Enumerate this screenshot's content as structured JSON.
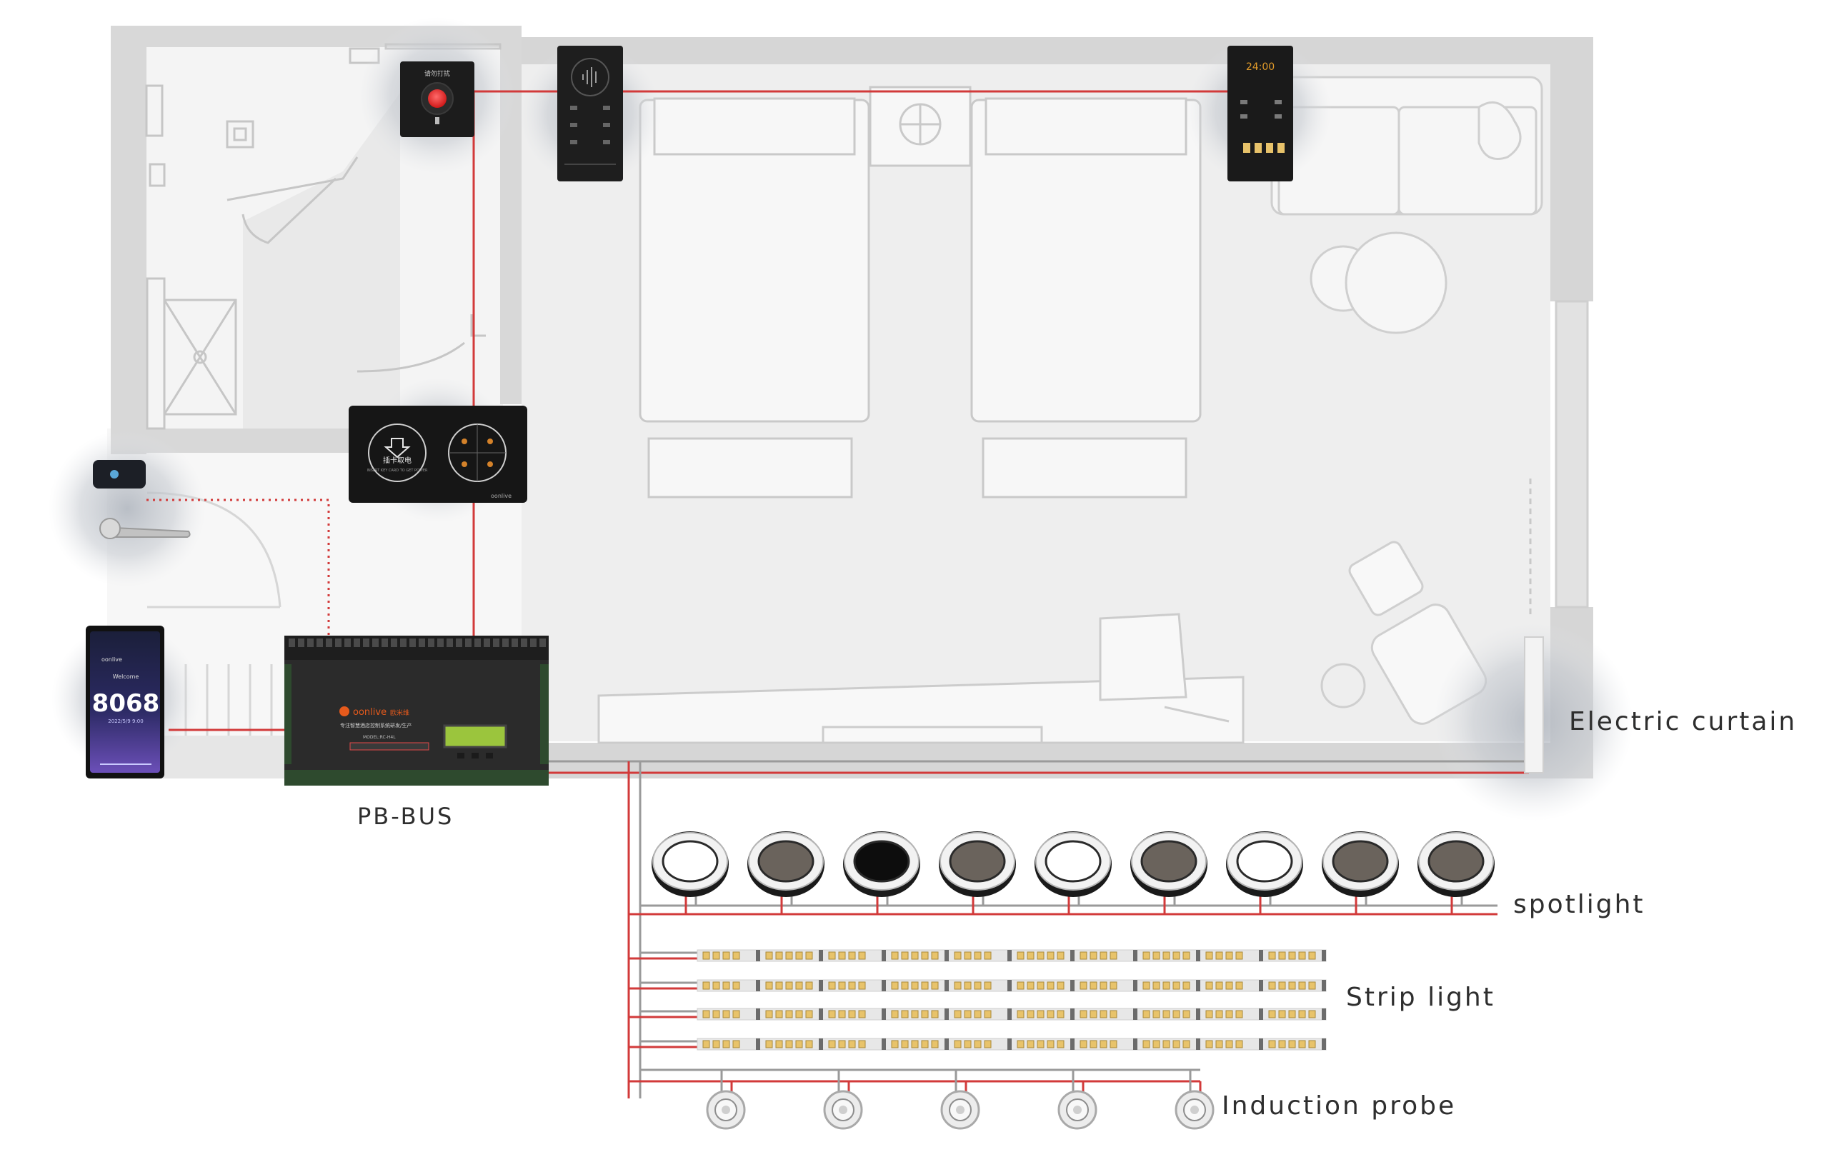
{
  "labels": {
    "pb_bus": "PB-BUS",
    "electric_curtain": "Electric curtain",
    "spotlight": "spotlight",
    "strip_light": "Strip light",
    "induction_probe": "Induction probe"
  },
  "devices": {
    "doorplate_number": "8068",
    "doorplate_brand": "oonlive",
    "doorplate_welcome": "Welcome",
    "doorplate_date": "2022/5/9  9:00",
    "controller_brand": "oonlive",
    "controller_brand_cn": "欧米维",
    "controller_subtitle": "专注智慧酒店控制系统研发/生产",
    "controller_model": "MODEL:RC-H4L",
    "card_switch_text": "插卡取电",
    "card_switch_sub": "INSERT KEY CARD TO GET POWER",
    "card_switch_brand": "oonlive",
    "thermostat_time": "24:00",
    "service_panel_text": "请勿打扰"
  },
  "spotlight_states": [
    "white",
    "dark",
    "black",
    "dark",
    "white",
    "dark",
    "white",
    "dark",
    "dark"
  ],
  "strip_rows": 4,
  "probe_count": 5,
  "colors": {
    "wire_red": "#d23a3a",
    "wire_gray": "#9a9a9a",
    "wall": "#d4d4d4",
    "floor": "#eeeeee",
    "furniture_line": "#c9c9c9",
    "halo": "#c8ccd2"
  }
}
